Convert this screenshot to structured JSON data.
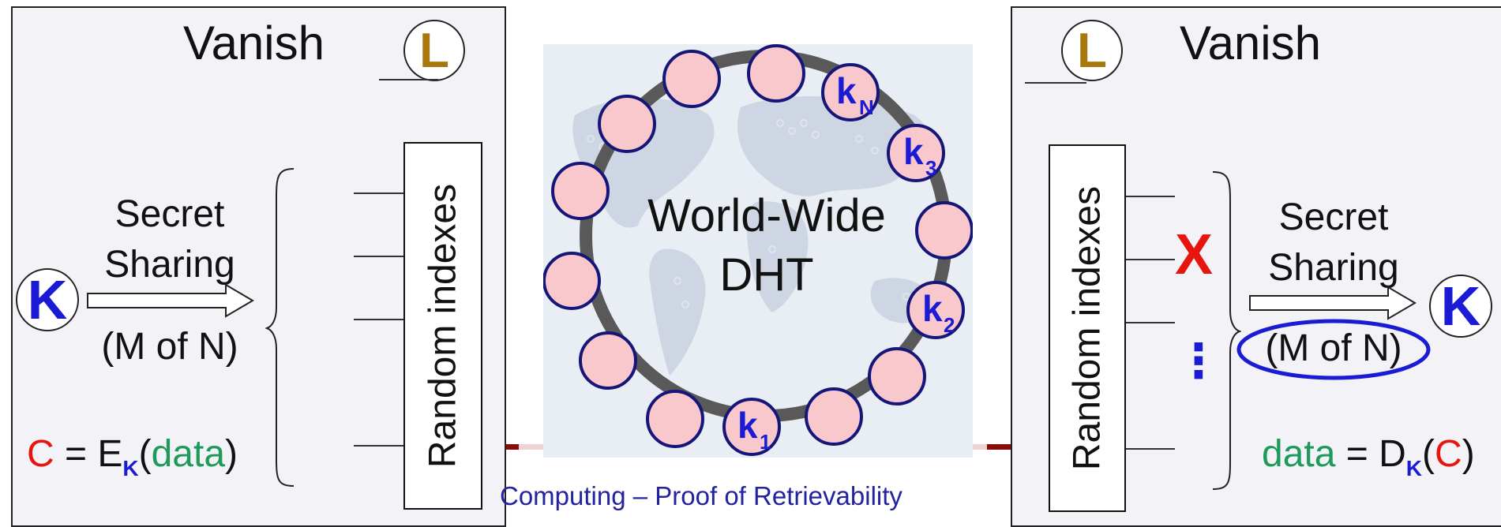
{
  "left": {
    "title": "Vanish",
    "lock_letter": "L",
    "key": "K",
    "secret_label": "Secret",
    "sharing_label": "Sharing",
    "m_of_n": "(M of N)",
    "random_indexes": "Random indexes",
    "formula": {
      "c": "C",
      "eq": " = E",
      "k": "K",
      "open": "(",
      "data": "data",
      "close": ")"
    }
  },
  "center": {
    "dht_line1": "World-Wide",
    "dht_line2": "DHT",
    "node_labels": {
      "kN": "k",
      "kN_sub": "N",
      "k3": "k",
      "k3_sub": "3",
      "k2": "k",
      "k2_sub": "2",
      "k1": "k",
      "k1_sub": "1"
    },
    "caption": "Computing – Proof of Retrievability"
  },
  "right": {
    "title": "Vanish",
    "lock_letter": "L",
    "key": "K",
    "secret_label": "Secret",
    "sharing_label": "Sharing",
    "m_of_n": "(M of N)",
    "random_indexes": "Random indexes",
    "lost_mark": "X",
    "ellipsis": "⋮",
    "formula": {
      "data": "data",
      "eq": " = D",
      "k": "K",
      "open": "(",
      "c": "C",
      "close": ")"
    }
  },
  "colors": {
    "node_fill": "#f9c8cc",
    "node_stroke": "#15157a",
    "ring": "#595959",
    "key_blue": "#1b1bd6",
    "lock_gold": "#a8780e",
    "red": "#e8150f",
    "green": "#1e9a5a"
  }
}
